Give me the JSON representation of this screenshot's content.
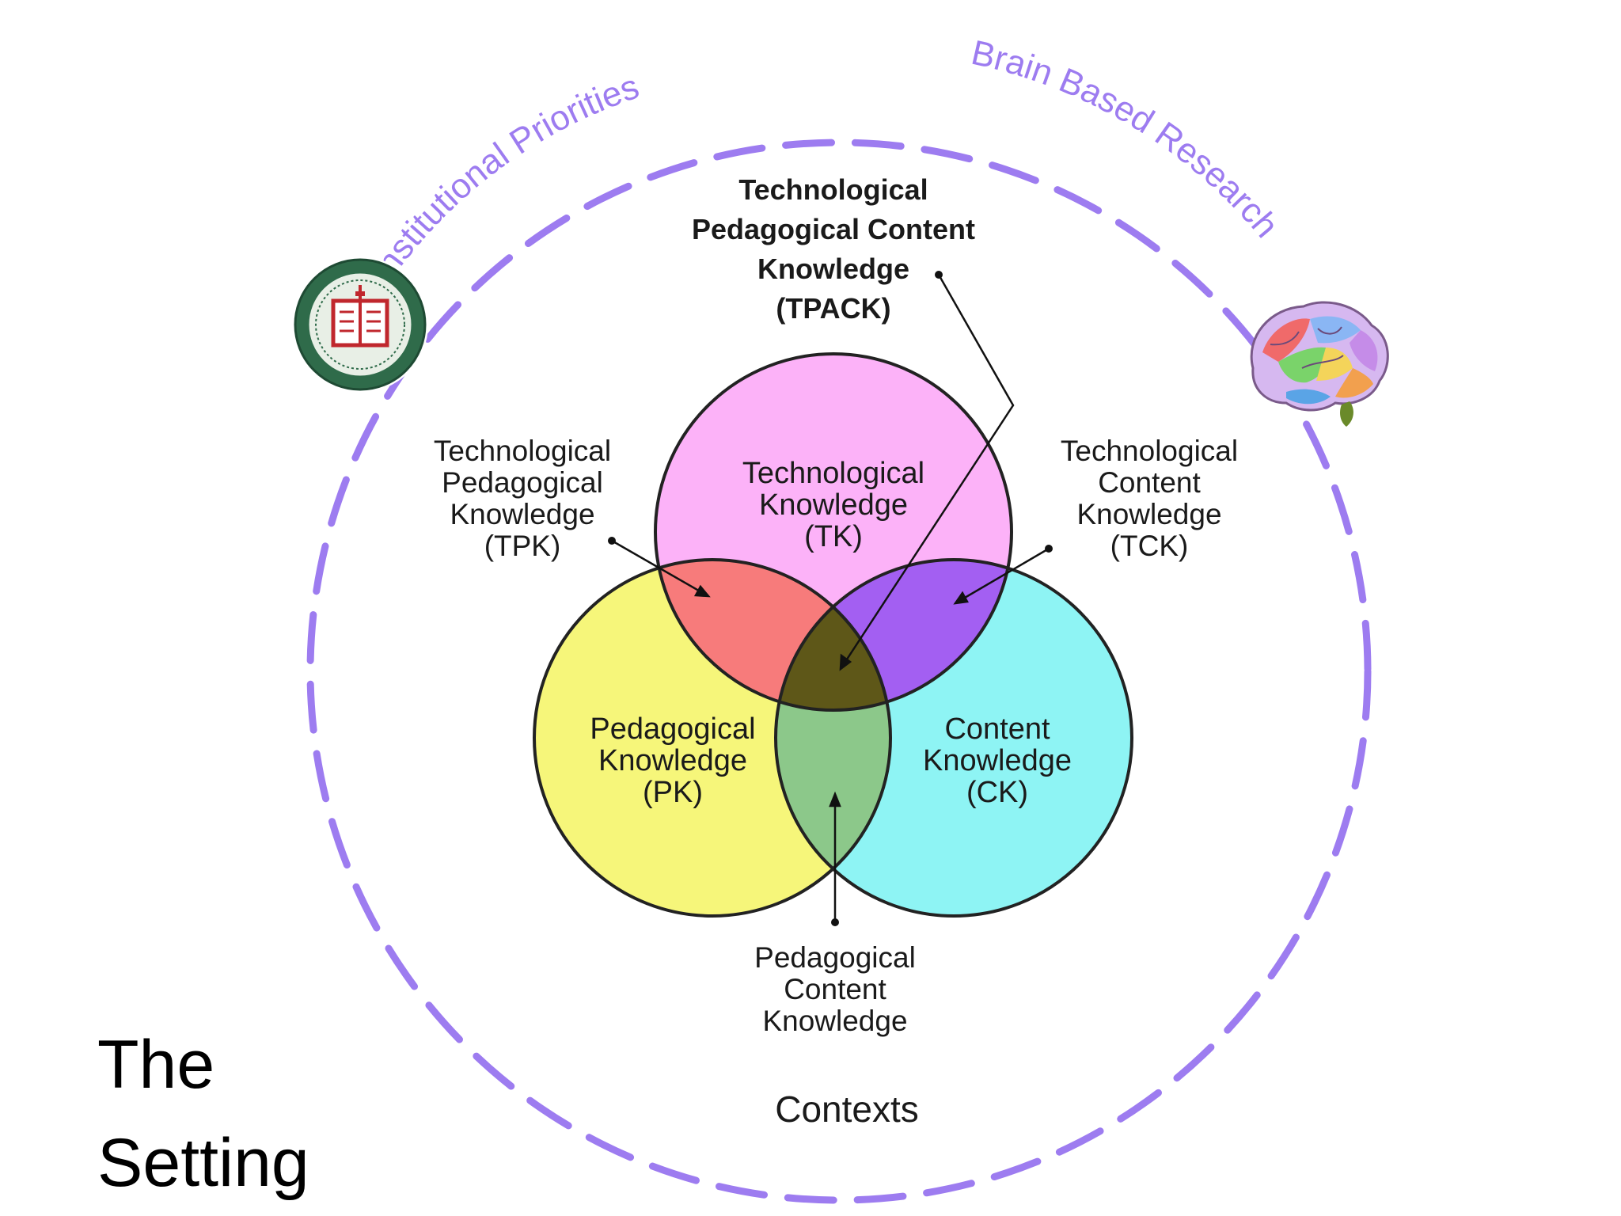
{
  "slide_title": {
    "line1": "The",
    "line2": "Setting"
  },
  "outer_ring": {
    "label_bottom": "Contexts",
    "label_top_left": "Institutional Priorities",
    "label_top_right": "Brain Based Research"
  },
  "tpack": {
    "line1": "Technological",
    "line2": "Pedagogical Content",
    "line3": "Knowledge",
    "line4": "(TPACK)"
  },
  "circles": {
    "tk": {
      "line1": "Technological",
      "line2": "Knowledge",
      "line3": "(TK)"
    },
    "pk": {
      "line1": "Pedagogical",
      "line2": "Knowledge",
      "line3": "(PK)"
    },
    "ck": {
      "line1": "Content",
      "line2": "Knowledge",
      "line3": "(CK)"
    }
  },
  "overlaps": {
    "tpk": {
      "line1": "Technological",
      "line2": "Pedagogical",
      "line3": "Knowledge",
      "line4": "(TPK)"
    },
    "tck": {
      "line1": "Technological",
      "line2": "Content",
      "line3": "Knowledge",
      "line4": "(TCK)"
    },
    "pck": {
      "line1": "Pedagogical",
      "line2": "Content",
      "line3": "Knowledge"
    }
  },
  "colors": {
    "tk": "#fcb2f8",
    "pk": "#f6f67a",
    "ck": "#8ef4f4",
    "tpk": "#f77b7b",
    "tck": "#a35ff2",
    "pck": "#8cc88a",
    "center": "#5e5718",
    "ring": "#9d7cf0"
  },
  "icons": {
    "seal": "university-seal-icon",
    "brain": "brain-icon"
  }
}
